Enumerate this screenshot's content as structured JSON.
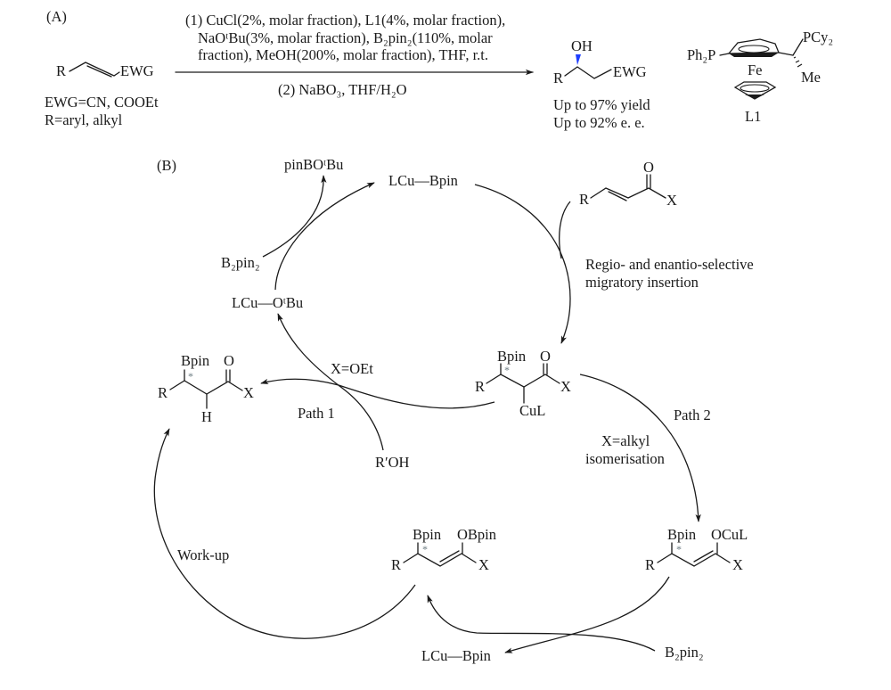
{
  "panel_a": {
    "label": "(A)",
    "substrate": {
      "r": "R",
      "ewg": "EWG",
      "note_line1": "EWG=CN, COOEt",
      "note_line2": "R=aryl, alkyl"
    },
    "conditions": {
      "line1": "(1) CuCl(2%, molar fraction), L1(4%, molar fraction),",
      "line2": "NaOᵗBu(3%, molar fraction), B₂pin₂(110%, molar",
      "line3": "fraction), MeOH(200%, molar fraction), THF, r.t.",
      "line4": "(2) NaBO₃, THF/H₂O"
    },
    "product": {
      "oh": "OH",
      "r": "R",
      "ewg": "EWG",
      "yield": "Up to 97% yield",
      "ee": "Up to 92% e. e.",
      "wedge_color": "#1f3fff"
    },
    "ligand": {
      "ph2p": "Ph₂P",
      "pcy2": "PCy₂",
      "fe": "Fe",
      "me": "Me",
      "name": "L1"
    }
  },
  "panel_b": {
    "label": "(B)",
    "lcu_bpin_top": "LCu—Bpin",
    "pinbo_tbu": "pinBOᵗBu",
    "b2pin2_left": "B₂pin₂",
    "lcu_otbu": "LCu—OᵗBu",
    "enone": {
      "o": "O",
      "r": "R",
      "x": "X"
    },
    "insertion_note_line1": "Regio- and enantio-selective",
    "insertion_note_line2": "migratory insertion",
    "intermediate": {
      "bpin": "Bpin",
      "o": "O",
      "r": "R",
      "x": "X",
      "cul": "CuL",
      "star": "*"
    },
    "product_left": {
      "bpin": "Bpin",
      "o": "O",
      "r": "R",
      "x": "X",
      "h": "H",
      "star": "*"
    },
    "x_oet": "X=OEt",
    "path1": "Path 1",
    "r_oh": "R′OH",
    "path2": "Path 2",
    "x_alkyl": "X=alkyl",
    "isomerisation": "isomerisation",
    "enolate_cu": {
      "bpin": "Bpin",
      "ocul": "OCuL",
      "r": "R",
      "x": "X",
      "star": "*"
    },
    "enolate_b": {
      "bpin": "Bpin",
      "obpin": "OBpin",
      "r": "R",
      "x": "X",
      "star": "*"
    },
    "workup": "Work-up",
    "lcu_bpin_bottom": "LCu—Bpin",
    "b2pin2_bottom": "B₂pin₂"
  }
}
